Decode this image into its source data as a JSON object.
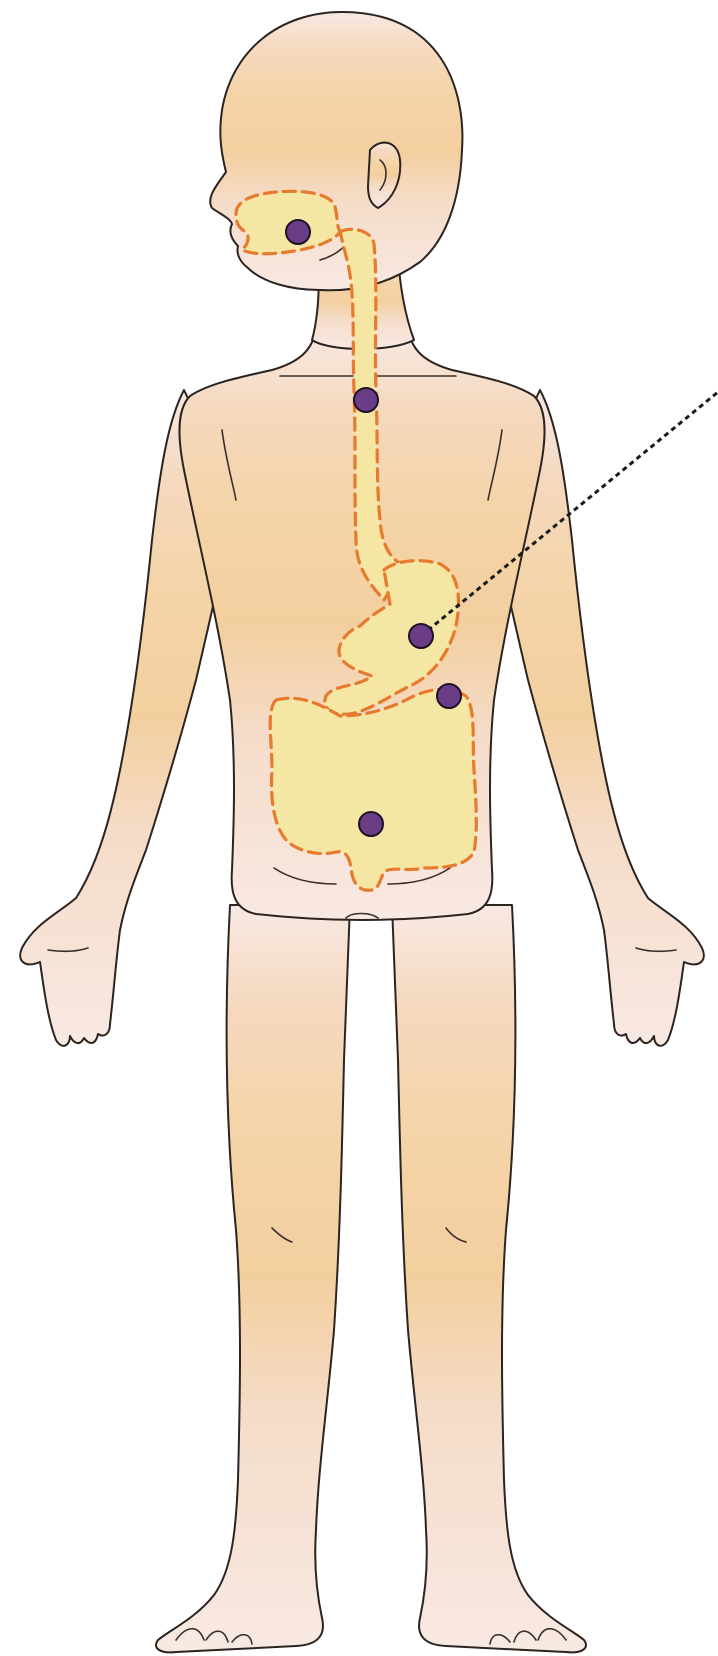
{
  "colors": {
    "skin_light": "#f8e9e3",
    "skin_mid": "#f4d4a8",
    "skin_dark": "#f3cf9f",
    "outline": "#2b2420",
    "organ_fill": "#f5e7a3",
    "organ_outline": "#e67a2e",
    "marker_fill": "#6a3d86",
    "marker_outline": "#1e1226",
    "leader_line": "#1a1a1a"
  },
  "digestive_tract": {
    "regions": [
      "mouth",
      "esophagus",
      "stomach",
      "intestines"
    ],
    "marker_count": 5
  },
  "markers": [
    {
      "id": "mouth"
    },
    {
      "id": "esophagus"
    },
    {
      "id": "stomach"
    },
    {
      "id": "pancreas"
    },
    {
      "id": "intestine"
    }
  ],
  "leader_line": {
    "from": "stomach",
    "style": "dotted"
  }
}
